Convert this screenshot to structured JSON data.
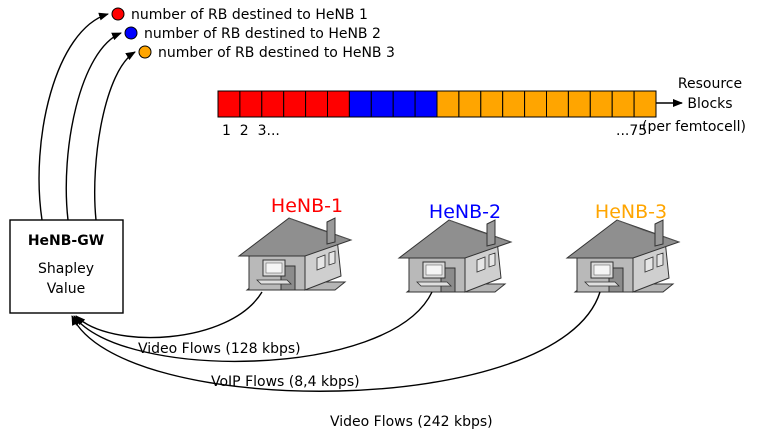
{
  "legend": {
    "items": [
      {
        "label": "number of RB destined to HeNB 1",
        "color": "#ff0000"
      },
      {
        "label": "number of RB destined to HeNB 2",
        "color": "#0000ff"
      },
      {
        "label": "number of RB destined to HeNB 3",
        "color": "#ffa500"
      }
    ]
  },
  "resource_bar": {
    "segments": [
      {
        "color": "#ff0000",
        "count": 6
      },
      {
        "color": "#0000ff",
        "count": 4
      },
      {
        "color": "#ffa500",
        "count": 10
      }
    ],
    "index_start": "1  2  3...",
    "index_end": "...75",
    "label_line1": "Resource",
    "label_line2": "Blocks",
    "label_line3": "(per femtocell)"
  },
  "gateway": {
    "title": "HeNB-GW",
    "line1": "Shapley",
    "line2": "Value"
  },
  "henbs": [
    {
      "name": "HeNB-1",
      "color": "#ff0000"
    },
    {
      "name": "HeNB-2",
      "color": "#0000ff"
    },
    {
      "name": "HeNB-3",
      "color": "#ffa500"
    }
  ],
  "flows": [
    {
      "label": "Video Flows (128 kbps)"
    },
    {
      "label": "VoIP Flows (8,4 kbps)"
    },
    {
      "label": "Video Flows (242 kbps)"
    }
  ]
}
